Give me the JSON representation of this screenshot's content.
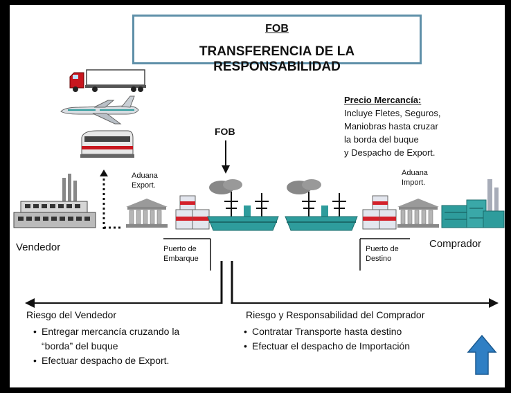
{
  "title": {
    "line1": "FOB",
    "line2": "TRANSFERENCIA DE LA RESPONSABILIDAD"
  },
  "price_note": {
    "heading": "Precio Mercancía:",
    "lines": [
      "Incluye Fletes, Seguros,",
      "Maniobras hasta cruzar",
      "la borda del buque",
      "y Despacho de Export."
    ]
  },
  "fob_marker": "FOB",
  "customs_export": [
    "Aduana",
    "Export."
  ],
  "customs_import": [
    "Aduana",
    "Import."
  ],
  "port_origin": [
    "Puerto de",
    "Embarque"
  ],
  "port_destination": [
    "Puerto de",
    "Destino"
  ],
  "seller_label": "Vendedor",
  "buyer_label": "Comprador",
  "seller_risk": {
    "heading": "Riesgo del Vendedor",
    "bullets": [
      "Entregar mercancía cruzando la “borda” del buque",
      "Efectuar despacho de Export."
    ]
  },
  "buyer_risk": {
    "heading": "Riesgo y Responsabilidad del Comprador",
    "bullets": [
      "Contratar Transporte hasta destino",
      "Efectuar el despacho de Importación"
    ]
  },
  "bullet_glyph": "•",
  "colors": {
    "title_border": "#5e8fa8",
    "ship_teal": "#2e9c9c",
    "arrow_blue": "#2f7fc4",
    "crate_red": "#d3202a"
  }
}
